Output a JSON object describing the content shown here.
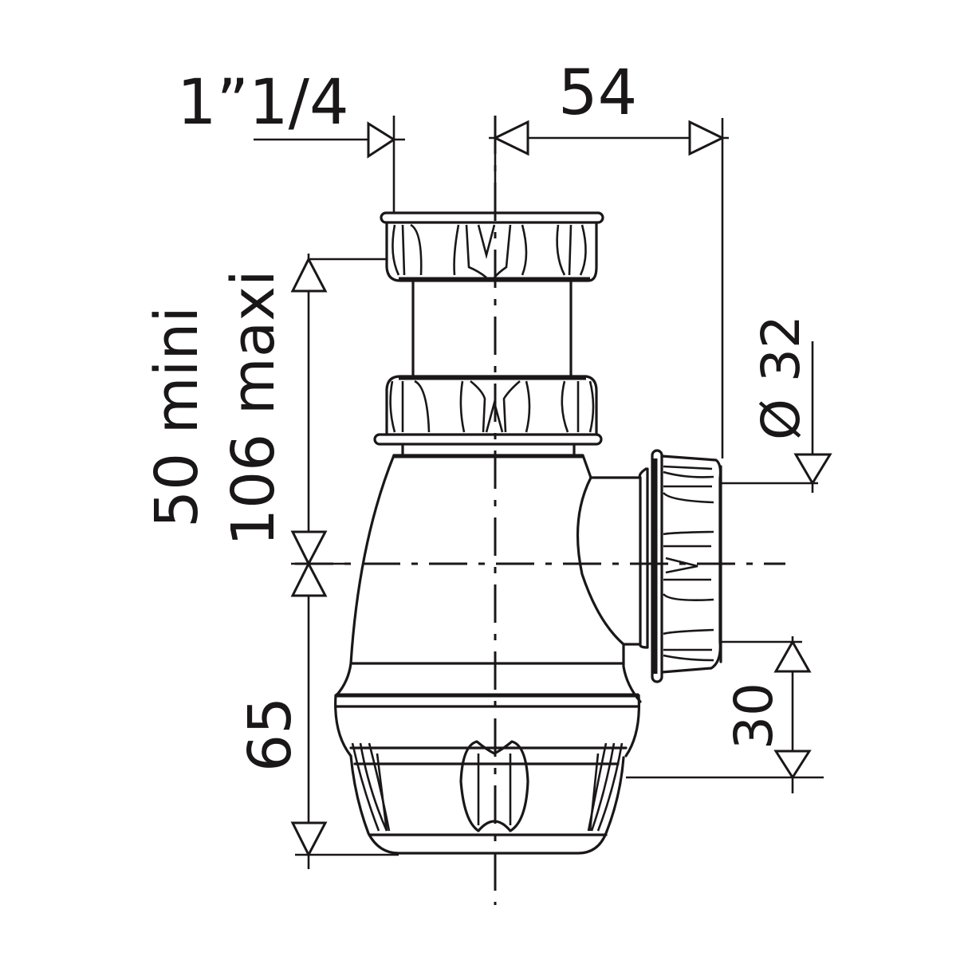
{
  "drawing": {
    "subject": "bottle trap siphon",
    "line_color": "#1a1718",
    "background": "#ffffff"
  },
  "dimensions": {
    "inlet_thread": "1”1/4",
    "outlet_offset": "54",
    "height_range_min": "50 mini",
    "height_range_max": "106 maxi",
    "outlet_diameter": "Ø 32",
    "outlet_to_bottom": "30",
    "centerline_to_bottom": "65"
  }
}
